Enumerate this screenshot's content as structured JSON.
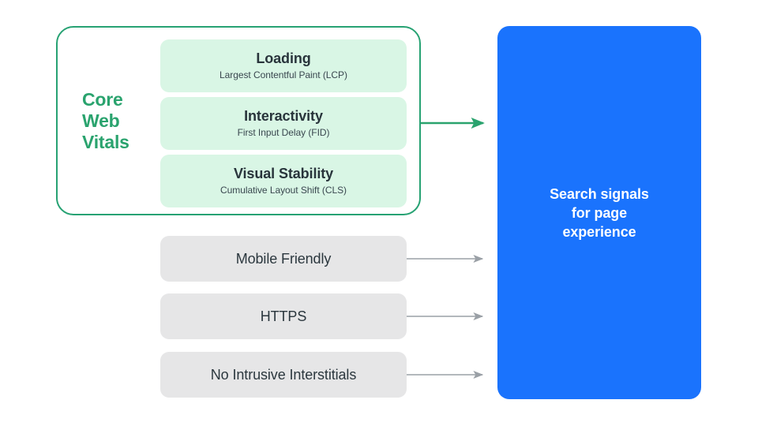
{
  "diagram": {
    "title_hidden": "",
    "colors": {
      "green_accent": "#2aa36e",
      "green_border": "#27a273",
      "green_card_bg": "#d9f6e5",
      "gray_card_bg": "#e6e6e7",
      "blue_panel": "#1a73fd",
      "dark_text": "#28343b",
      "gray_arrow": "#9aa0a6",
      "white": "#ffffff",
      "background": "#ffffff"
    },
    "core_web_vitals": {
      "group_label": "Core\nWeb\nVitals",
      "group_label_lines": [
        "Core",
        "Web",
        "Vitals"
      ],
      "metrics": [
        {
          "title": "Loading",
          "subtitle": "Largest Contentful Paint (LCP)"
        },
        {
          "title": "Interactivity",
          "subtitle": "First Input Delay (FID)"
        },
        {
          "title": "Visual Stability",
          "subtitle": "Cumulative Layout Shift (CLS)"
        }
      ]
    },
    "other_signals": [
      {
        "label": "Mobile Friendly"
      },
      {
        "label": "HTTPS"
      },
      {
        "label": "No Intrusive Interstitials"
      }
    ],
    "output": {
      "title": "Search signals\nfor page\nexperience",
      "title_lines": [
        "Search signals",
        "for page",
        "experience"
      ]
    },
    "arrows": [
      {
        "name": "core-web-vitals-arrow",
        "color": "#2aa36e",
        "from": "core-web-vitals-group",
        "to": "output-panel"
      },
      {
        "name": "mobile-friendly-arrow",
        "color": "#9aa0a6",
        "from": "signal-mobile-friendly",
        "to": "output-panel"
      },
      {
        "name": "https-arrow",
        "color": "#9aa0a6",
        "from": "signal-https",
        "to": "output-panel"
      },
      {
        "name": "no-intrusive-interstitials-arrow",
        "color": "#9aa0a6",
        "from": "signal-no-intrusive-interstitials",
        "to": "output-panel"
      }
    ]
  }
}
